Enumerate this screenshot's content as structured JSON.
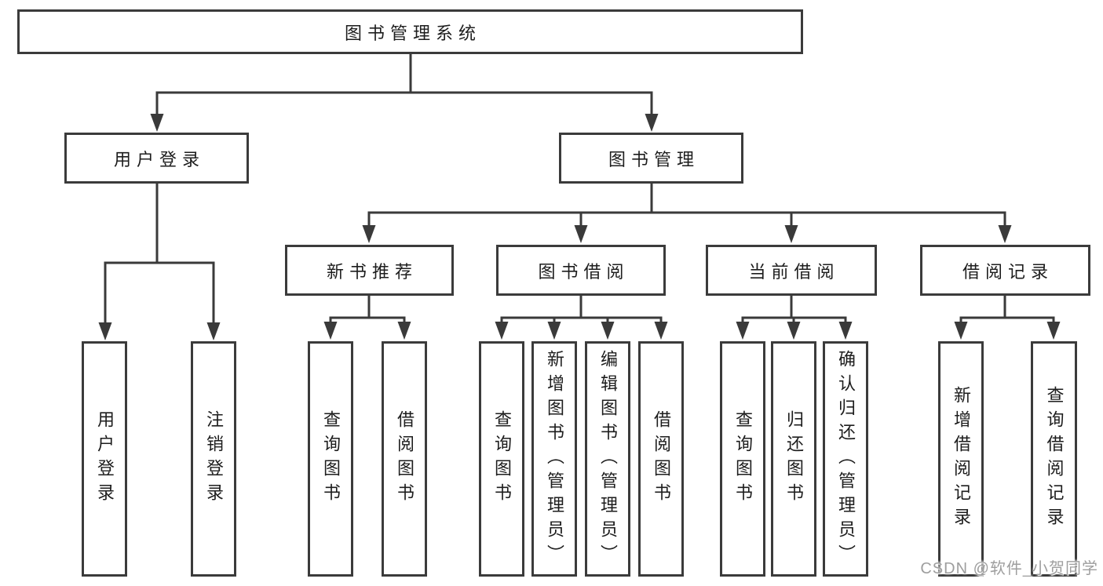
{
  "diagram": {
    "type": "hierarchy-tree",
    "tree": {
      "root": {
        "label": "图书管理系统",
        "children": [
          {
            "label": "用户登录",
            "children": [
              {
                "label": "用户登录"
              },
              {
                "label": "注销登录"
              }
            ]
          },
          {
            "label": "图书管理",
            "children": [
              {
                "label": "新书推荐",
                "children": [
                  {
                    "label": "查询图书"
                  },
                  {
                    "label": "借阅图书"
                  }
                ]
              },
              {
                "label": "图书借阅",
                "children": [
                  {
                    "label": "查询图书"
                  },
                  {
                    "label": "新增图书（管理员）"
                  },
                  {
                    "label": "编辑图书（管理员）"
                  },
                  {
                    "label": "借阅图书"
                  }
                ]
              },
              {
                "label": "当前借阅",
                "children": [
                  {
                    "label": "查询图书"
                  },
                  {
                    "label": "归还图书"
                  },
                  {
                    "label": "确认归还（管理员）"
                  }
                ]
              },
              {
                "label": "借阅记录",
                "children": [
                  {
                    "label": "新增借阅记录"
                  },
                  {
                    "label": "查询借阅记录"
                  }
                ]
              }
            ]
          }
        ]
      }
    },
    "colors": {
      "line": "#3a3a3a",
      "border": "#3b3b3b",
      "text": "#1d1d1d",
      "background": "#ffffff",
      "watermark": "#9e9e9e"
    }
  },
  "watermark": {
    "text": "CSDN @软件_小贺同学"
  }
}
